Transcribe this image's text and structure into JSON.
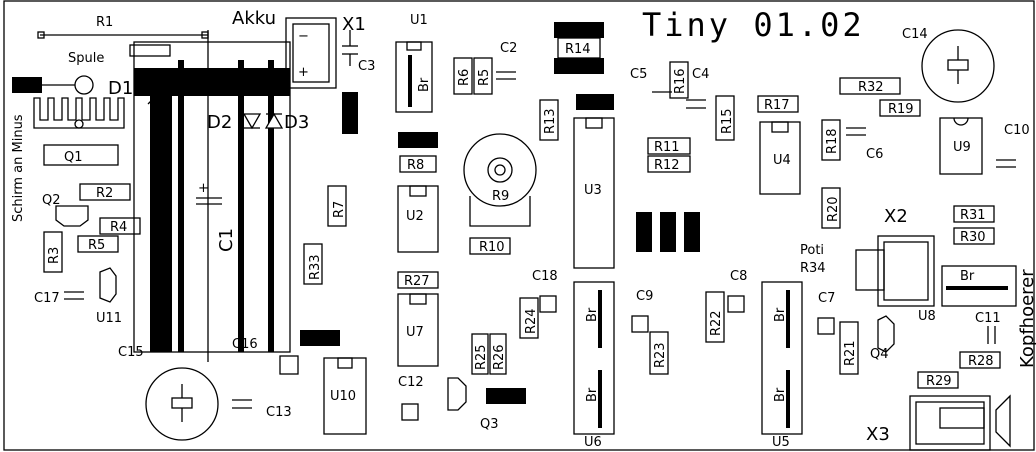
{
  "title": "Tiny 01.02",
  "side_text": "Schirm an Minus",
  "side_text_right": "Kopfhoerer",
  "labels": {
    "R1": "R1",
    "Spule": "Spule",
    "Akku": "Akku",
    "X1": "X1",
    "U1": "U1",
    "C2": "C2",
    "C3": "C3",
    "R14": "R14",
    "R6": "R6",
    "R5": "R5",
    "C5": "C5",
    "R16": "R16",
    "C4": "C4",
    "C14": "C14",
    "R32": "R32",
    "R19": "R19",
    "C10": "C10",
    "D1": "D1",
    "D2": "D2",
    "D3": "D3",
    "Q1": "Q1",
    "R13": "R13",
    "R17": "R17",
    "R15": "R15",
    "R18": "R18",
    "C6": "C6",
    "U9": "U9",
    "U4": "U4",
    "R11": "R11",
    "R12": "R12",
    "R8": "R8",
    "R9": "R9",
    "U3": "U3",
    "Q2": "Q2",
    "R2": "R2",
    "R4": "R4",
    "R5b": "R5",
    "R3": "R3",
    "C1": "C1",
    "R7": "R7",
    "U2": "U2",
    "R10": "R10",
    "R20": "R20",
    "X2": "X2",
    "R31": "R31",
    "R30": "R30",
    "Poti": "Poti",
    "R34": "R34",
    "R33": "R33",
    "R27": "R27",
    "C18": "C18",
    "C8": "C8",
    "C9": "C9",
    "C7": "C7",
    "U8": "U8",
    "C11": "C11",
    "C17": "C17",
    "U11": "U11",
    "U7": "U7",
    "R24": "R24",
    "R22": "R22",
    "Q4": "Q4",
    "R28": "R28",
    "R25": "R25",
    "R26": "R26",
    "R23": "R23",
    "R21": "R21",
    "R29": "R29",
    "C15": "C15",
    "C16": "C16",
    "U10": "U10",
    "C12": "C12",
    "Q3": "Q3",
    "C13": "C13",
    "U6": "U6",
    "U5": "U5",
    "X3": "X3",
    "Br": "Br",
    "minus": "−",
    "plus": "+"
  },
  "colors": {
    "ink": "#000000",
    "background": "#ffffff"
  }
}
